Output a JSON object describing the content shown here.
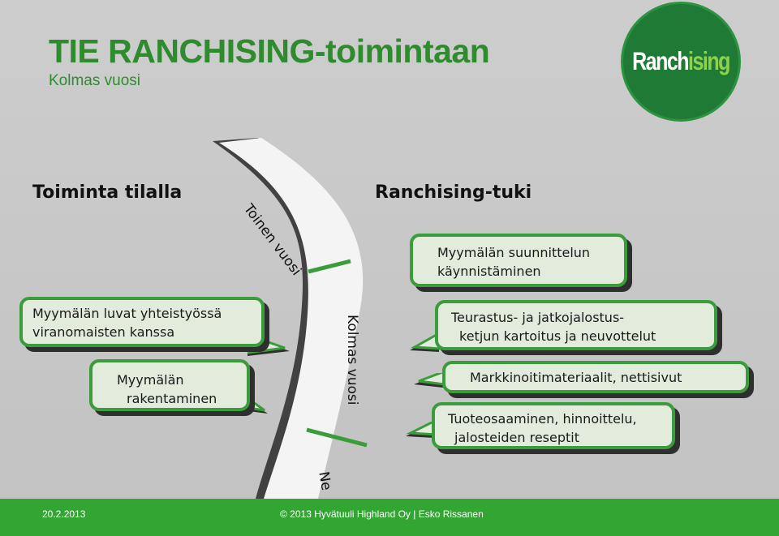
{
  "slide": {
    "title": "TIE RANCHISING-toimintaan",
    "subtitle": "Kolmas vuosi"
  },
  "logo": {
    "text_part1": "Ranch",
    "text_part2": "ising"
  },
  "columns": {
    "left_heading": "Toiminta tilalla",
    "right_heading": "Ranchising-tuki"
  },
  "road": {
    "label_second_year": "Toinen vuosi",
    "label_third_year": "Kolmas vuosi",
    "label_next": "Ne"
  },
  "left_bubbles": [
    {
      "line1": "Myymälän luvat  yhteistyössä",
      "line2": "viranomaisten kanssa"
    },
    {
      "line1": "Myymälän",
      "line2": "rakentaminen"
    }
  ],
  "right_bubbles": [
    {
      "line1": "Myymälän suunnittelun",
      "line2": "käynnistäminen"
    },
    {
      "line1": "Teurastus- ja jatkojalostus-",
      "line2": "ketjun kartoitus ja neuvottelut"
    },
    {
      "line1": "Markkinoitimateriaalit, nettisivut"
    },
    {
      "line1": "Tuoteosaaminen, hinnoittelu,",
      "line2": "jalosteiden reseptit"
    }
  ],
  "footer": {
    "date": "20.2.2013",
    "copyright": "© 2013 Hyvätuuli Highland Oy  |  Esko Rissanen"
  },
  "colors": {
    "accent_green": "#2e8b2e",
    "bubble_border": "#3a9c3a",
    "footer_green": "#33a533",
    "logo_green": "#1f7a35"
  }
}
